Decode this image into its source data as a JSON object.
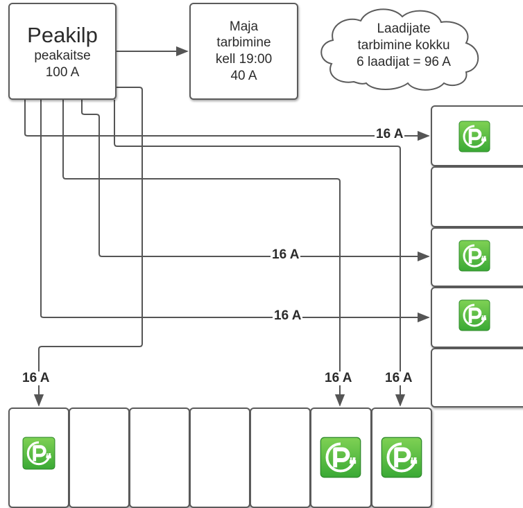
{
  "main_panel": {
    "title": "Peakilp",
    "line1": "peakaitse",
    "line2": "100 A"
  },
  "house_box": {
    "line1": "Maja",
    "line2": "tarbimine",
    "line3": "kell 19:00",
    "line4": "40 A"
  },
  "cloud": {
    "line1": "Laadijate",
    "line2": "tarbimine kokku",
    "line3": "6 laadijat = 96 A"
  },
  "wire_labels": {
    "right_top": "16 A",
    "right_mid": "16 A",
    "right_low": "16 A",
    "bottom_left": "16 A",
    "bottom_mid": "16 A",
    "bottom_right": "16 A"
  },
  "colors": {
    "charger_green": "#3aa935",
    "charger_light": "#7fd154",
    "line": "#555555",
    "border": "#5b5b5b"
  },
  "icons": {
    "charger": "ev-charger-icon"
  }
}
